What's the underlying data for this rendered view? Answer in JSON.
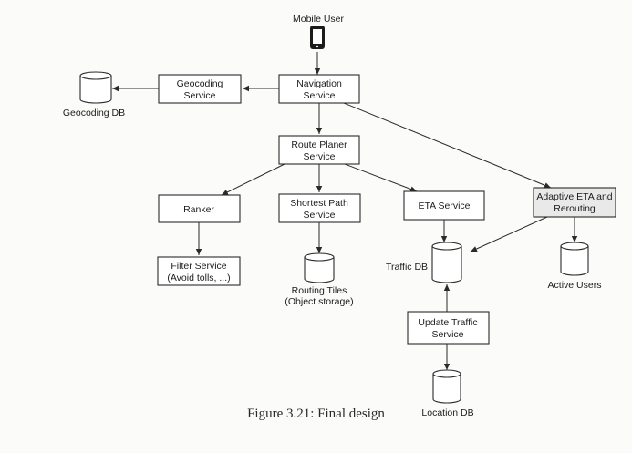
{
  "nodes": {
    "mobile_user": "Mobile User",
    "geocoding_service": [
      "Geocoding",
      "Service"
    ],
    "navigation_service": [
      "Navigation",
      "Service"
    ],
    "geocoding_db": "Geocoding DB",
    "route_planer_service": [
      "Route Planer",
      "Service"
    ],
    "ranker": "Ranker",
    "shortest_path_service": [
      "Shortest Path",
      "Service"
    ],
    "eta_service": "ETA Service",
    "adaptive_eta": [
      "Adaptive ETA and",
      "Rerouting"
    ],
    "filter_service": [
      "Filter Service",
      "(Avoid tolls, ...)"
    ],
    "routing_tiles": [
      "Routing Tiles",
      "(Object storage)"
    ],
    "traffic_db": "Traffic DB",
    "active_users": "Active Users",
    "update_traffic_service": [
      "Update Traffic",
      "Service"
    ],
    "location_db": "Location DB"
  },
  "caption": "Figure 3.21: Final design"
}
